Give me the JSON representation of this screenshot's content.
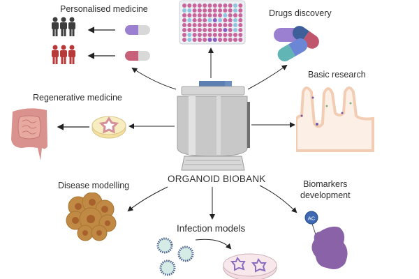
{
  "center": {
    "title": "ORGANOID BIOBANK",
    "icon": "cryogenic-storage-tank"
  },
  "applications": [
    {
      "id": "personalised-medicine",
      "label": "Personalised medicine",
      "icons": [
        "patient-group-icon",
        "capsule-icon"
      ]
    },
    {
      "id": "high-throughput-screening",
      "label": "",
      "icons": [
        "96-well-plate-icon"
      ]
    },
    {
      "id": "drugs-discovery",
      "label": "Drugs discovery",
      "icons": [
        "capsules-icon"
      ]
    },
    {
      "id": "regenerative-medicine",
      "label": "Regenerative medicine",
      "icons": [
        "intestine-icon",
        "petri-dish-icon"
      ]
    },
    {
      "id": "basic-research",
      "label": "Basic research",
      "icons": [
        "intestinal-villi-icon"
      ]
    },
    {
      "id": "disease-modelling",
      "label": "Disease modelling",
      "icons": [
        "tumor-organoid-icon"
      ]
    },
    {
      "id": "infection-models",
      "label": "Infection models",
      "icons": [
        "virus-icon",
        "infected-petri-dish-icon"
      ]
    },
    {
      "id": "biomarkers-development",
      "label": "Biomarkers development",
      "label_lines": [
        "Biomarkers",
        "development"
      ],
      "icons": [
        "acetylated-protein-icon"
      ],
      "badge": "AC"
    }
  ],
  "colors": {
    "arrow": "#222222",
    "people_dark": "#3d3d3d",
    "people_red": "#b8393a",
    "capsule_purple": "#9b7fd0",
    "capsule_pink": "#c9607a",
    "capsule_grey": "#d8d8d8",
    "well_pink": "#c9649c",
    "well_blue": "#8fc4e0",
    "well_purple": "#8a5cc0",
    "intestine": "#d9928e",
    "villi": "#f2cdb4",
    "tissue_bg": "#fcefe6",
    "organoid": "#c08a45",
    "organoid_nucleus": "#a8612c",
    "virus_ring": "#4a5f8e",
    "virus_core": "#d5ebe6",
    "protein": "#8a62a8",
    "badge": "#3e69b2",
    "tank": "#c8c8c8"
  }
}
